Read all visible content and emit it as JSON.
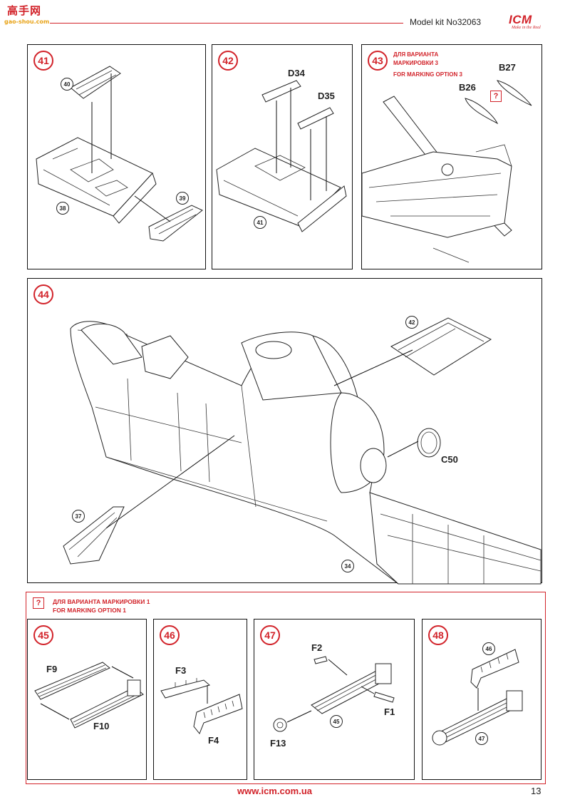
{
  "watermark": {
    "top": "高手网",
    "bottom": "gao-shou.com"
  },
  "header": {
    "model": "Model kit No32063",
    "logo": "ICM",
    "tagline": "Make in the Real"
  },
  "steps": {
    "s41": {
      "num": "41",
      "refs": [
        "40",
        "38",
        "39"
      ]
    },
    "s42": {
      "num": "42",
      "labels": [
        "D34",
        "D35"
      ],
      "refs": [
        "41"
      ]
    },
    "s43": {
      "num": "43",
      "option_ru": "ДЛЯ ВАРИАНТА МАРКИРОВКИ 3",
      "option_en": "FOR MARKING OPTION 3",
      "labels": [
        "B27",
        "B26"
      ],
      "q": "?"
    },
    "s44": {
      "num": "44",
      "refs": [
        "42",
        "37",
        "34"
      ],
      "labels": [
        "C50"
      ]
    },
    "s45": {
      "num": "45",
      "labels": [
        "F9",
        "F10"
      ]
    },
    "s46": {
      "num": "46",
      "labels": [
        "F3",
        "F4"
      ]
    },
    "s47": {
      "num": "47",
      "labels": [
        "F2",
        "F1",
        "F13"
      ],
      "refs": [
        "45"
      ]
    },
    "s48": {
      "num": "48",
      "refs": [
        "46",
        "47"
      ]
    }
  },
  "option1": {
    "q": "?",
    "ru": "ДЛЯ ВАРИАНТА МАРКИРОВКИ 1",
    "en": "FOR MARKING OPTION 1"
  },
  "footer": {
    "url": "www.icm.com.ua",
    "page": "13"
  },
  "colors": {
    "accent": "#d2232a",
    "ink": "#222222"
  }
}
